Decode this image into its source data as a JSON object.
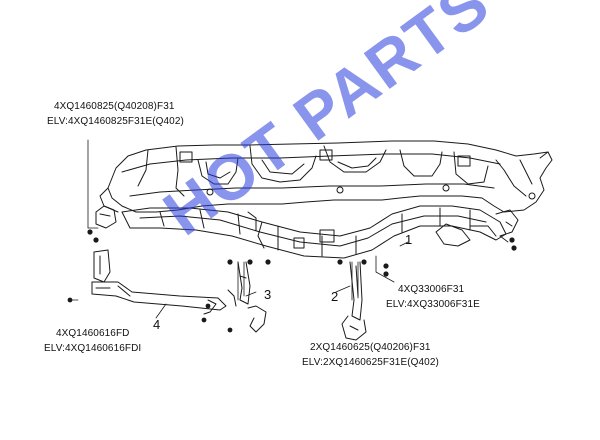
{
  "watermark": {
    "text": "HOT PARTS"
  },
  "colors": {
    "line": "#1a1a1a",
    "watermark": "#3c4cdc"
  },
  "labels": {
    "top_left": {
      "line1": "4XQ1460825(Q40208)F31",
      "line2": "ELV:4XQ1460825F31E(Q402)"
    },
    "right": {
      "line1": "4XQ33006F31",
      "line2": "ELV:4XQ33006F31E"
    },
    "left_bottom": {
      "line1": "4XQ1460616FD",
      "line2": "ELV:4XQ1460616FDI"
    },
    "bottom": {
      "line1": "2XQ1460625(Q40206)F31",
      "line2": "ELV:2XQ1460625F31E(Q402)"
    }
  },
  "callouts": {
    "one": "1",
    "two": "2",
    "three": "3",
    "four": "4"
  }
}
